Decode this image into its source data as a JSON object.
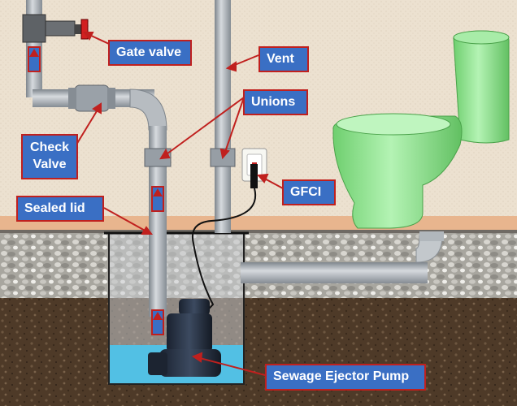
{
  "labels": {
    "gate_valve": "Gate valve",
    "vent": "Vent",
    "unions": "Unions",
    "check_valve_line1": "Check",
    "check_valve_line2": "Valve",
    "gfci": "GFCI",
    "sealed_lid": "Sealed lid",
    "pump": "Sewage Ejector Pump"
  },
  "colors": {
    "wall": "#ece1d0",
    "baseboard": "#e8b58e",
    "gravel": "#b9b7b0",
    "soil": "#5a4532",
    "pipe": "#a7adb3",
    "toilet": "#8ee08e",
    "water": "#52c0e4",
    "callout_fill": "#3a6fc4",
    "callout_border": "#c0201e",
    "arrow": "#c0201e"
  },
  "icons": [
    "gate-valve-icon",
    "check-valve-icon",
    "toilet-icon",
    "sewage-pump-icon",
    "gfci-outlet-icon",
    "flow-arrow-icon"
  ]
}
